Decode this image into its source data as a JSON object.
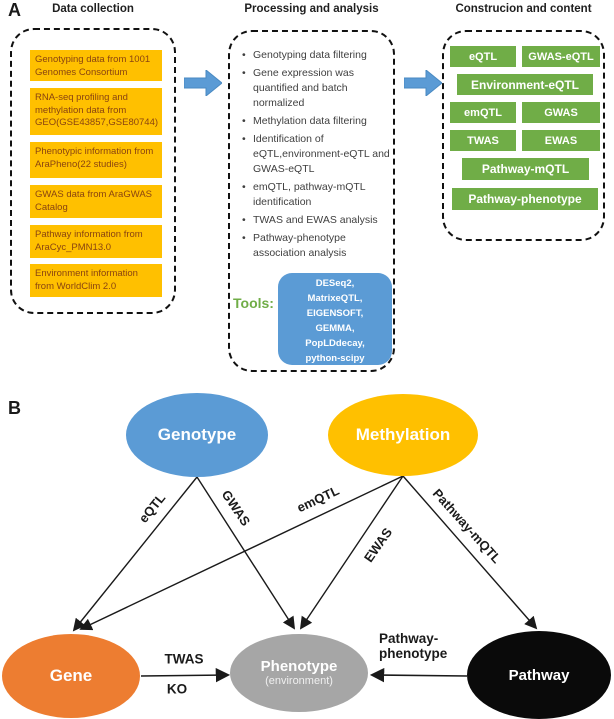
{
  "panelA": {
    "label": "A",
    "collection": {
      "title": "Data collection",
      "boxes": [
        "Genotyping data from 1001 Genomes Consortium",
        "RNA-seq profiling and methylation data from GEO(GSE43857,GSE80744)",
        "Phenotypic information from AraPheno(22 studies)",
        "GWAS data from AraGWAS Catalog",
        "Pathway information from AraCyc_PMN13.0",
        "Environment information from WorldClim 2.0"
      ]
    },
    "processing": {
      "title": "Processing and analysis",
      "bullets": [
        "Genotyping data filtering",
        "Gene expression was quantified and batch normalized",
        "Methylation data filtering",
        "Identification of eQTL,environment-eQTL and GWAS-eQTL",
        "emQTL, pathway-mQTL identification",
        "TWAS and EWAS analysis",
        "Pathway-phenotype association analysis"
      ],
      "tools_label": "Tools:",
      "tools_lines": [
        "DESeq2,",
        "MatrixeQTL,",
        "EIGENSOFT,",
        "GEMMA,",
        "PopLDdecay,",
        "python-scipy"
      ]
    },
    "construction": {
      "title": "Construcion and content",
      "boxes": [
        "eQTL",
        "GWAS-eQTL",
        "Environment-eQTL",
        "emQTL",
        "GWAS",
        "TWAS",
        "EWAS",
        "Pathway-mQTL",
        "Pathway-phenotype"
      ]
    }
  },
  "panelB": {
    "label": "B",
    "nodes": {
      "genotype": "Genotype",
      "methylation": "Methylation",
      "gene": "Gene",
      "phenotype": "Phenotype",
      "phenotype_sub": "(environment)",
      "pathway": "Pathway"
    },
    "edges": {
      "eqtl": "eQTL",
      "gwas": "GWAS",
      "emqtl": "emQTL",
      "ewas": "EWAS",
      "pathway_mqtl": "Pathway-mQTL",
      "twas": "TWAS",
      "ko": "KO",
      "pathway_phenotype_line1": "Pathway-",
      "pathway_phenotype_line2": "phenotype"
    }
  },
  "colors": {
    "blue": "#5B9BD5",
    "amber": "#FFC000",
    "orange": "#ED7D31",
    "green": "#70AD47",
    "gray": "#A6A6A6",
    "node-black": "#0a0a0a"
  }
}
